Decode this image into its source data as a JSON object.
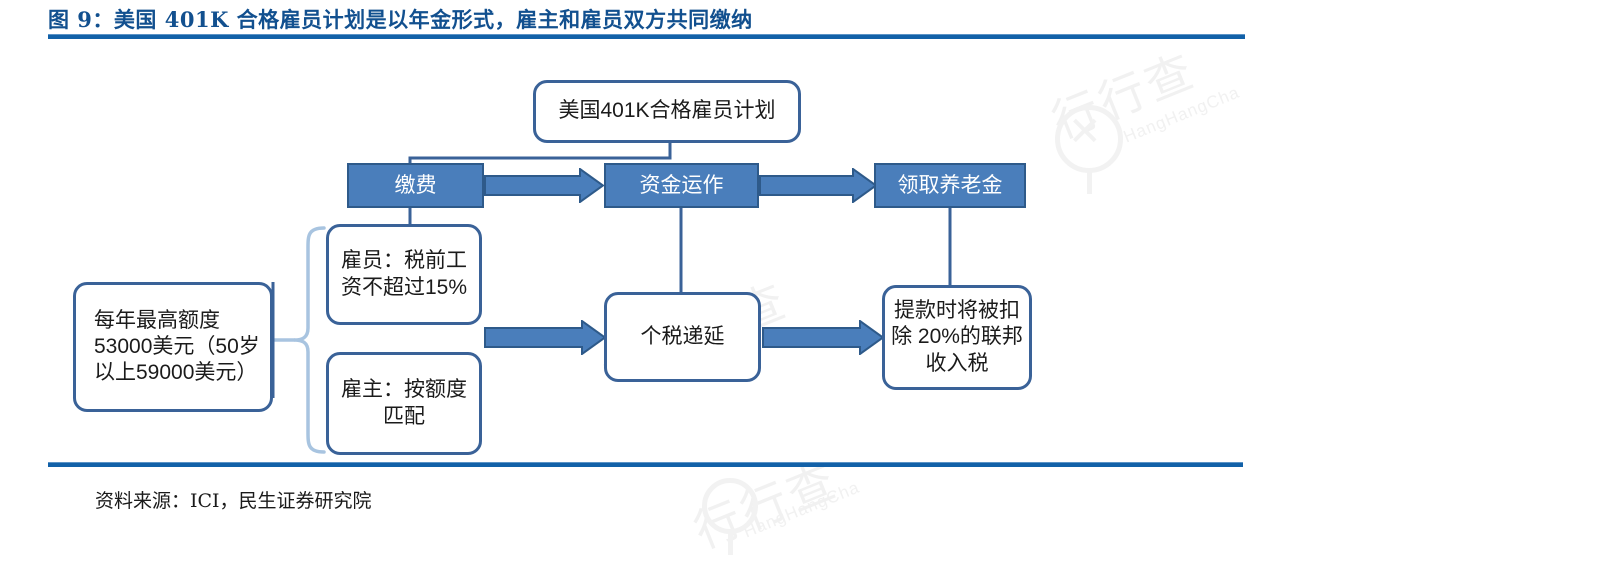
{
  "figure": {
    "title": "图 9：美国 401K 合格雇员计划是以年金形式，雇主和雇员双方共同缴纳",
    "source": "资料来源：ICI，民生证券研究院",
    "accent_color": "#1261a8",
    "title_color": "#12508f",
    "box_fill": "#4a7ebb",
    "box_border": "#2e5a8a",
    "round_border": "#3a6298"
  },
  "watermark": {
    "logo_text": "行行查",
    "brand_text": "HangHangCha"
  },
  "diagram": {
    "header_node": {
      "label": "美国401K合格雇员计划"
    },
    "flow_steps": [
      {
        "label": "缴费"
      },
      {
        "label": "资金运作"
      },
      {
        "label": "领取养老金"
      }
    ],
    "detail_nodes": [
      {
        "label": "每年最高额度53000美元（50岁以上59000美元）"
      },
      {
        "label": "雇员：税前工资不超过15%"
      },
      {
        "label": "雇主：按额度匹配"
      },
      {
        "label": "个税递延"
      },
      {
        "label": "提款时将被扣除 20%的联邦收入税"
      }
    ]
  }
}
